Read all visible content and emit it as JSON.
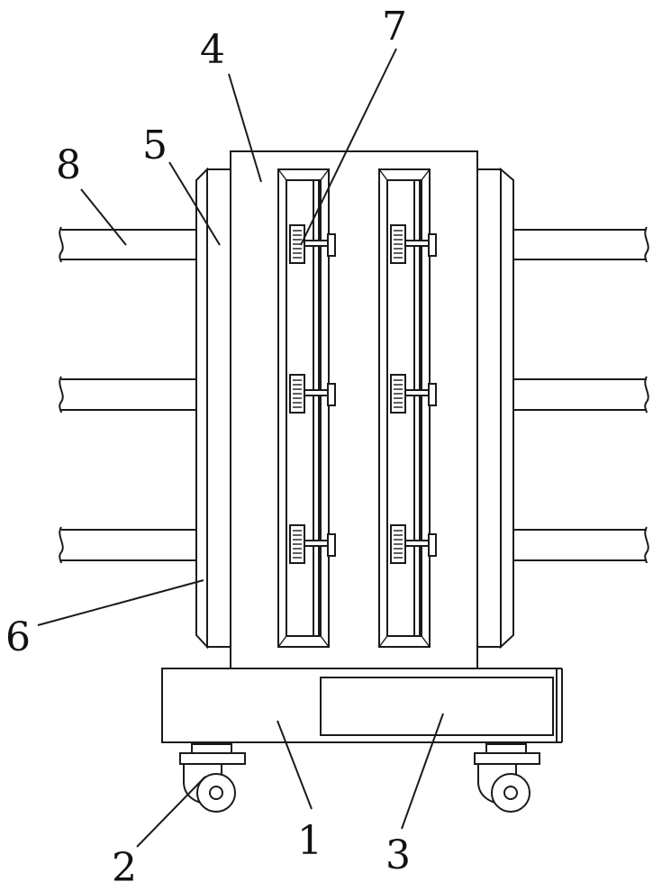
{
  "diagram": {
    "labels": [
      {
        "id": "1",
        "text": "1"
      },
      {
        "id": "2",
        "text": "2"
      },
      {
        "id": "3",
        "text": "3"
      },
      {
        "id": "4",
        "text": "4"
      },
      {
        "id": "5",
        "text": "5"
      },
      {
        "id": "6",
        "text": "6"
      },
      {
        "id": "7",
        "text": "7"
      },
      {
        "id": "8",
        "text": "8"
      }
    ],
    "colors": {
      "line": "#1a1a1a",
      "background": "#ffffff",
      "text": "#111111"
    }
  }
}
